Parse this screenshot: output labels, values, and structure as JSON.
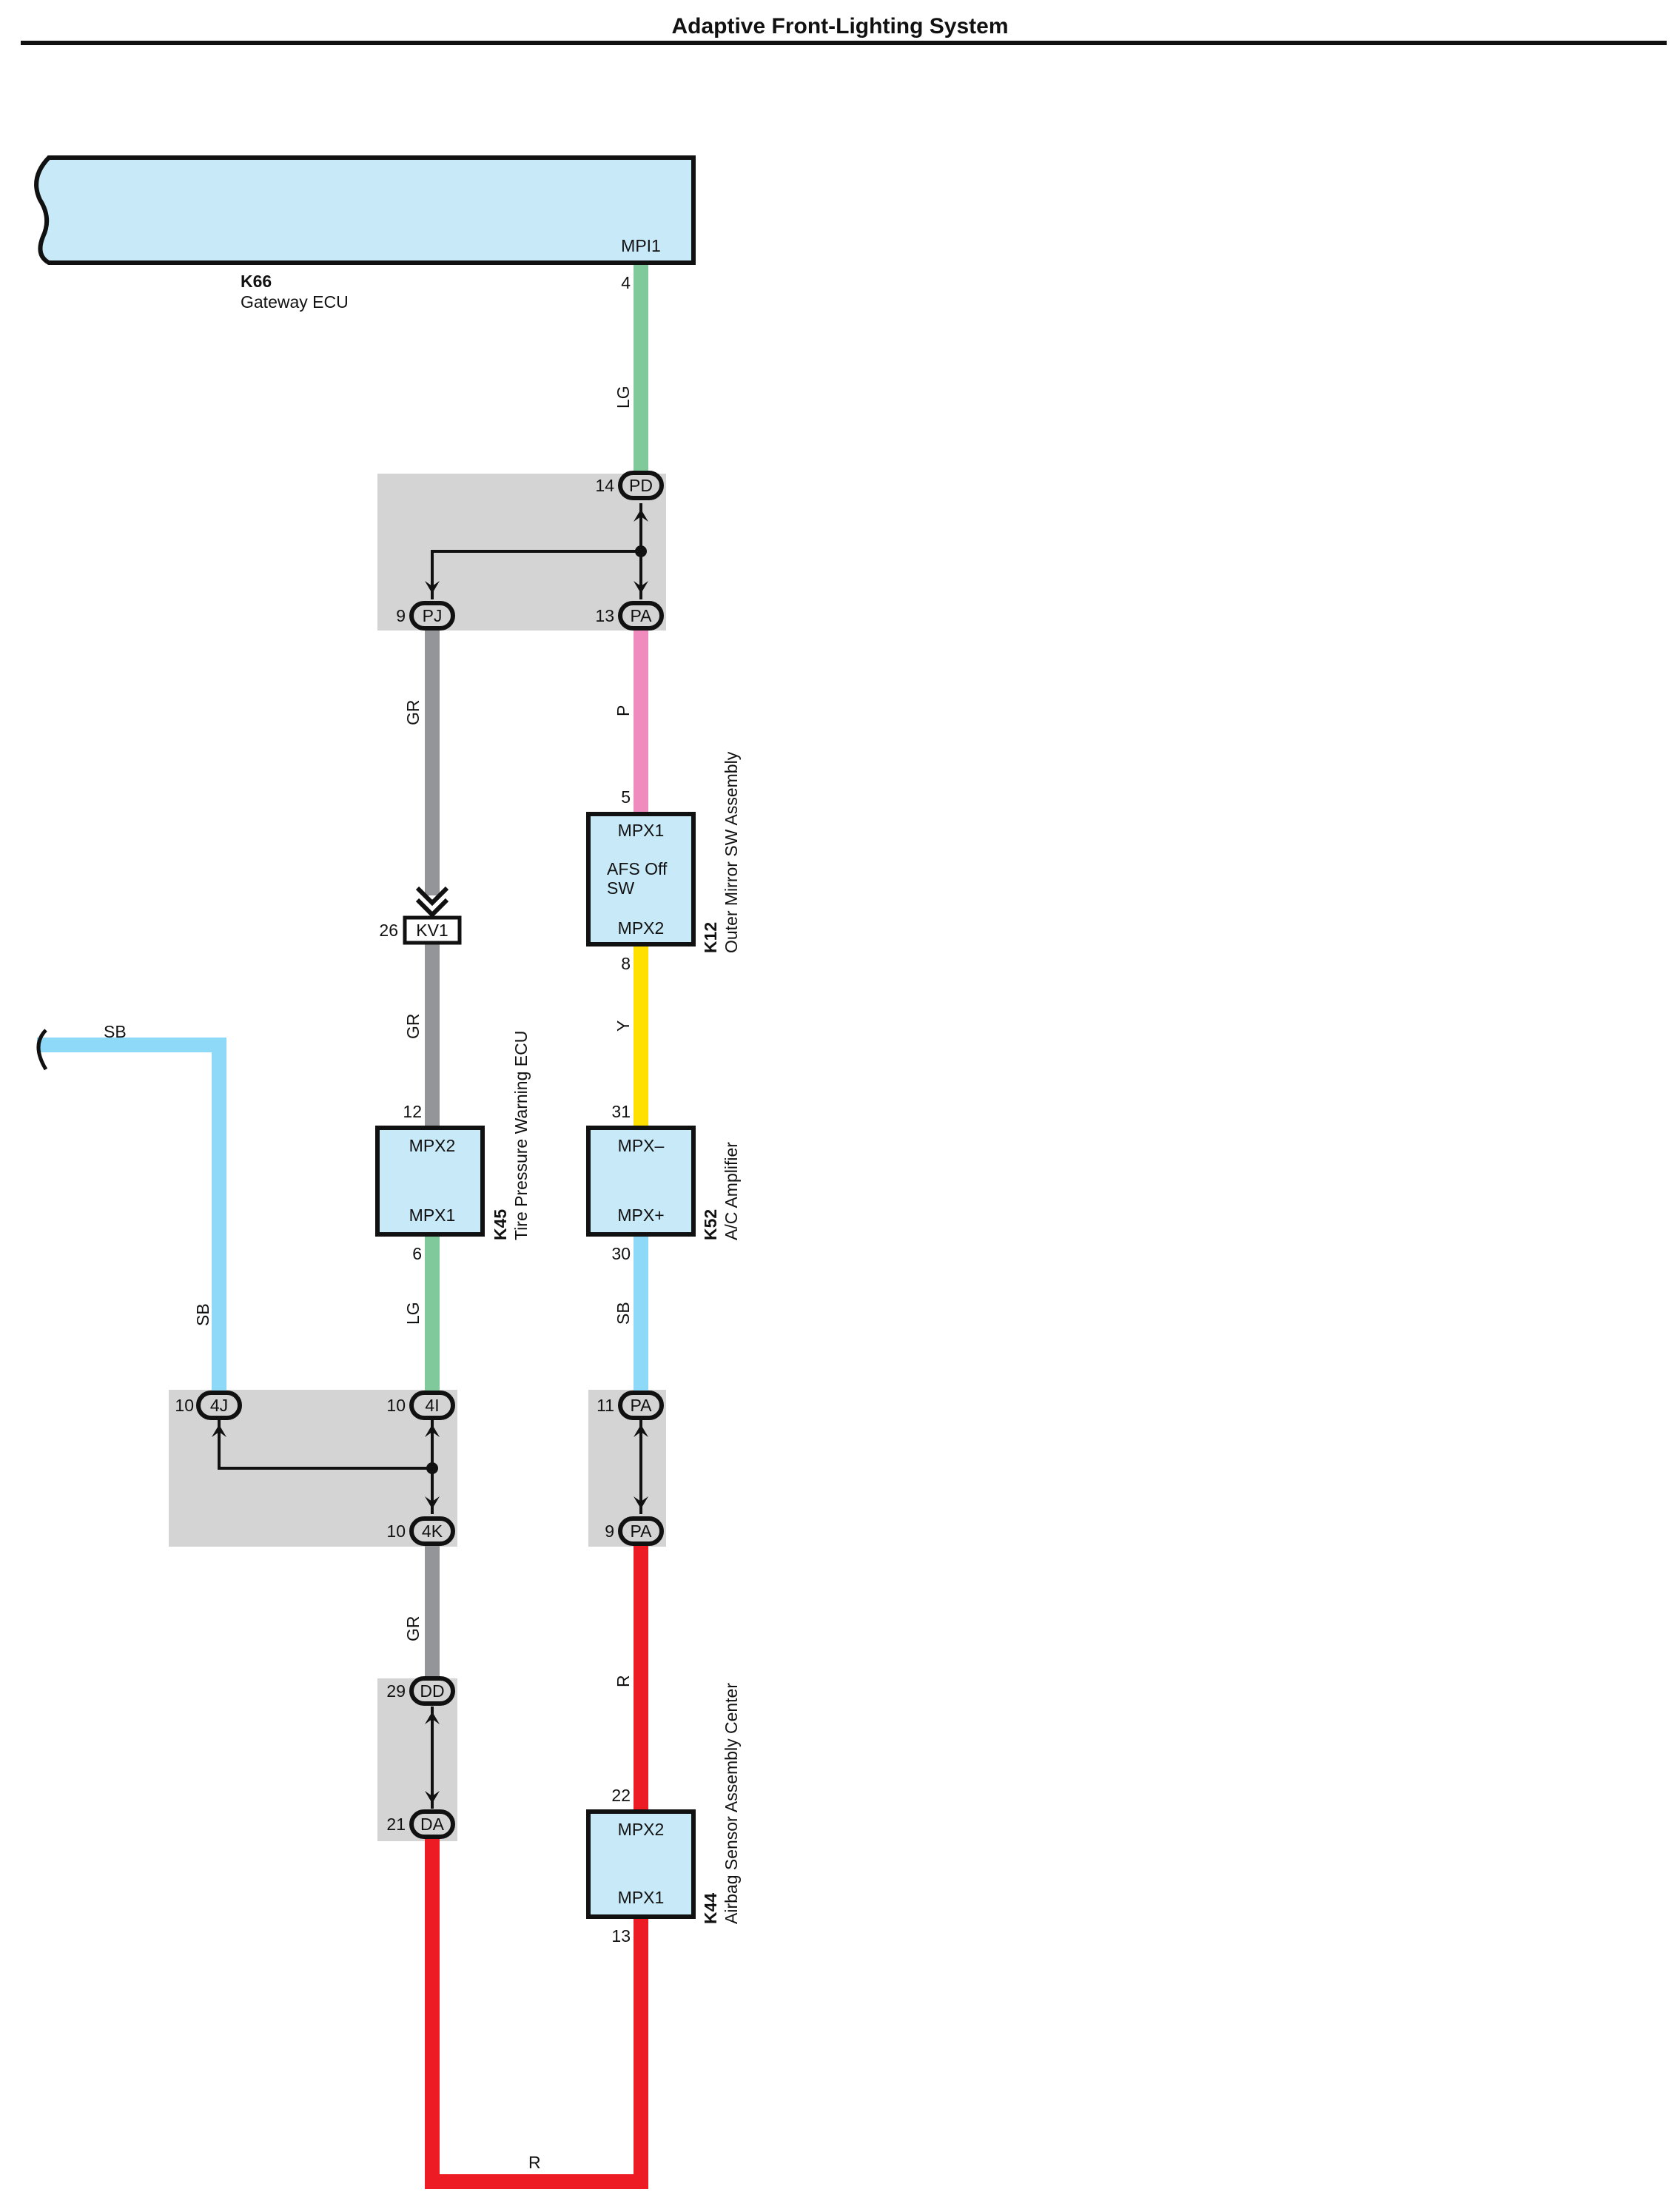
{
  "title": "Adaptive Front-Lighting System",
  "components": {
    "gateway": {
      "id": "K66",
      "name": "Gateway ECU",
      "pin_name": "MPI1",
      "pin_no": "4"
    },
    "outer_mirror": {
      "id": "K12",
      "name": "Outer Mirror SW Assembly",
      "pin_top": "MPX1",
      "pin_top_no": "5",
      "func": "AFS Off",
      "func2": "SW",
      "pin_bottom": "MPX2",
      "pin_bottom_no": "8"
    },
    "tire_pressure": {
      "id": "K45",
      "name": "Tire Pressure Warning ECU",
      "pin_top": "MPX2",
      "pin_top_no": "12",
      "pin_bottom": "MPX1",
      "pin_bottom_no": "6"
    },
    "ac_amp": {
      "id": "K52",
      "name": "A/C Amplifier",
      "pin_top": "MPX–",
      "pin_top_no": "31",
      "pin_bottom": "MPX+",
      "pin_bottom_no": "30"
    },
    "airbag": {
      "id": "K44",
      "name": "Airbag Sensor Assembly Center",
      "pin_top": "MPX2",
      "pin_top_no": "22",
      "pin_bottom": "MPX1",
      "pin_bottom_no": "13"
    }
  },
  "connectors": {
    "pd": {
      "code": "PD",
      "pin": "14"
    },
    "pj": {
      "code": "PJ",
      "pin": "9"
    },
    "pa13": {
      "code": "PA",
      "pin": "13"
    },
    "kv1": {
      "code": "KV1",
      "pin": "26"
    },
    "c4j": {
      "code": "4J",
      "pin": "10"
    },
    "c4i": {
      "code": "4I",
      "pin": "10"
    },
    "c4k": {
      "code": "4K",
      "pin": "10"
    },
    "pa11": {
      "code": "PA",
      "pin": "11"
    },
    "pa9": {
      "code": "PA",
      "pin": "9"
    },
    "dd": {
      "code": "DD",
      "pin": "29"
    },
    "da": {
      "code": "DA",
      "pin": "21"
    }
  },
  "wires": {
    "lg_top": "LG",
    "gr_upper": "GR",
    "p": "P",
    "gr_mid": "GR",
    "y": "Y",
    "sb_horizontal": "SB",
    "sb_vertical": "SB",
    "lg_mid": "LG",
    "sb_right": "SB",
    "gr_lower": "GR",
    "r_right": "R",
    "r_bottom": "R"
  },
  "colors": {
    "LG": "#7fc99a",
    "GR": "#939598",
    "P": "#f08cbd",
    "Y": "#ffe000",
    "SB": "#8ed8f8",
    "R": "#ed1c24",
    "component_fill": "#c8e9f8",
    "junction_fill": "#d4d4d5"
  }
}
